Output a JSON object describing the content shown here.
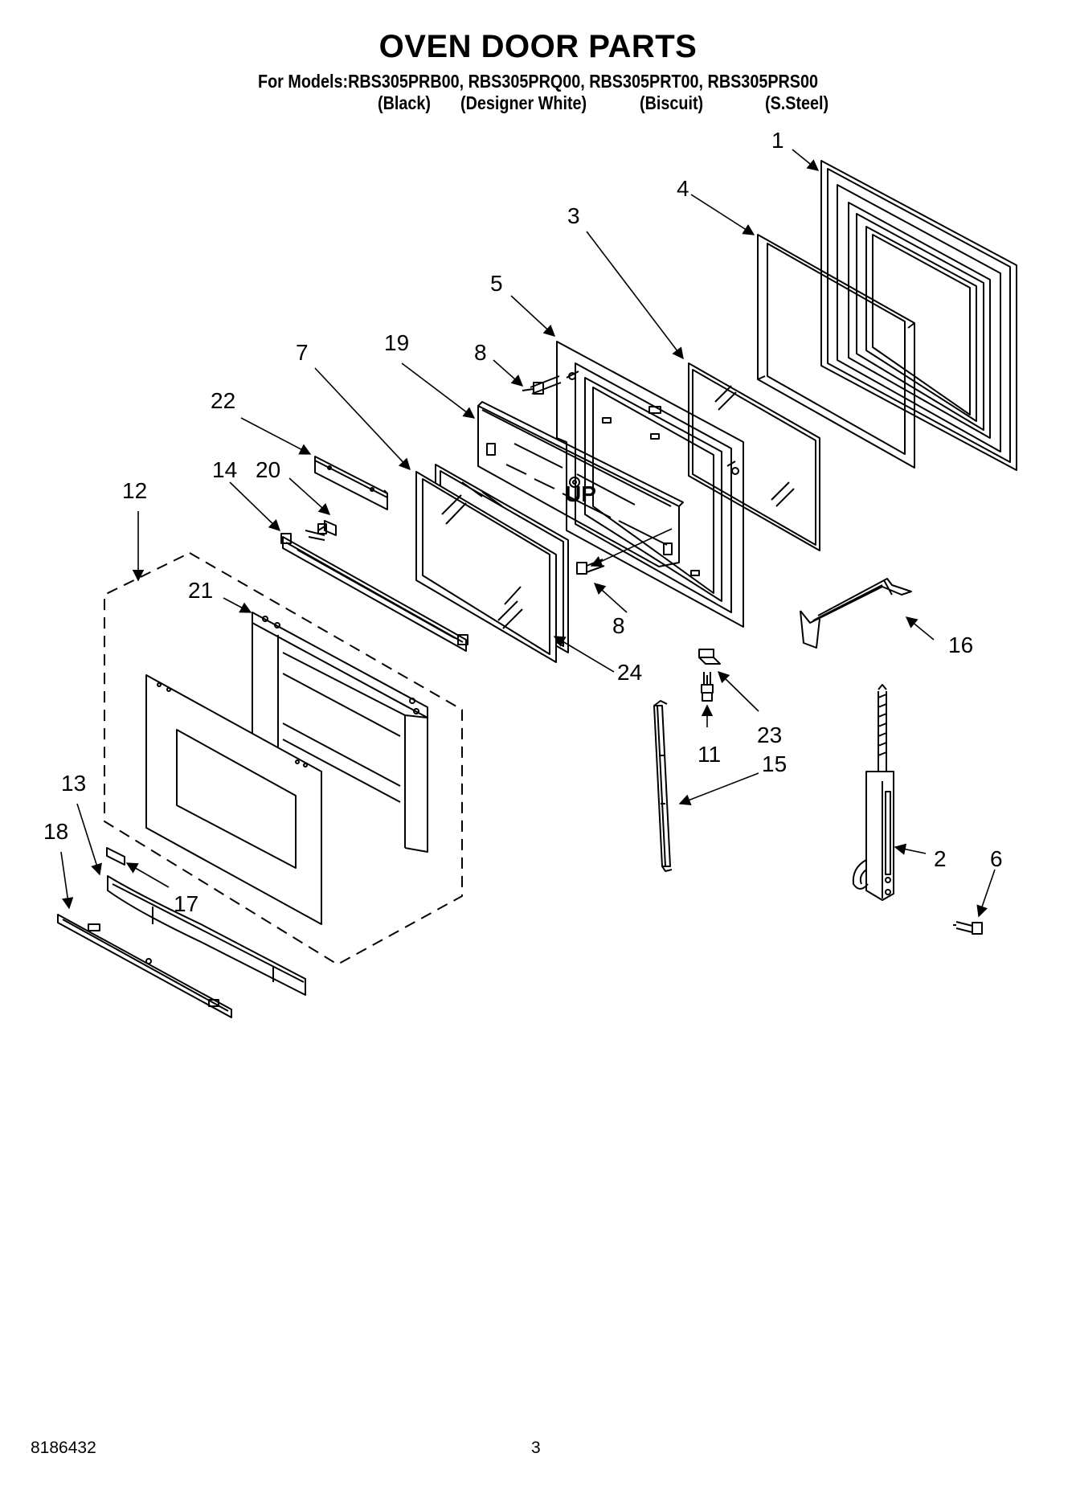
{
  "header": {
    "title": "OVEN DOOR PARTS",
    "models_line": "For Models:RBS305PRB00, RBS305PRQ00, RBS305PRT00, RBS305PRS00",
    "colors": [
      "(Black)",
      "(Designer White)",
      "(Biscuit)",
      "(S.Steel)"
    ]
  },
  "callouts": {
    "c1": "1",
    "c2": "2",
    "c3": "3",
    "c4": "4",
    "c5": "5",
    "c6": "6",
    "c7": "7",
    "c8a": "8",
    "c8b": "8",
    "c11": "11",
    "c12": "12",
    "c13": "13",
    "c14": "14",
    "c15": "15",
    "c16": "16",
    "c17": "17",
    "c18": "18",
    "c19": "19",
    "c20": "20",
    "c21": "21",
    "c22": "22",
    "c23": "23",
    "c24": "24"
  },
  "part_marks": {
    "up_label": "UP"
  },
  "footer": {
    "doc_number": "8186432",
    "page_number": "3"
  }
}
